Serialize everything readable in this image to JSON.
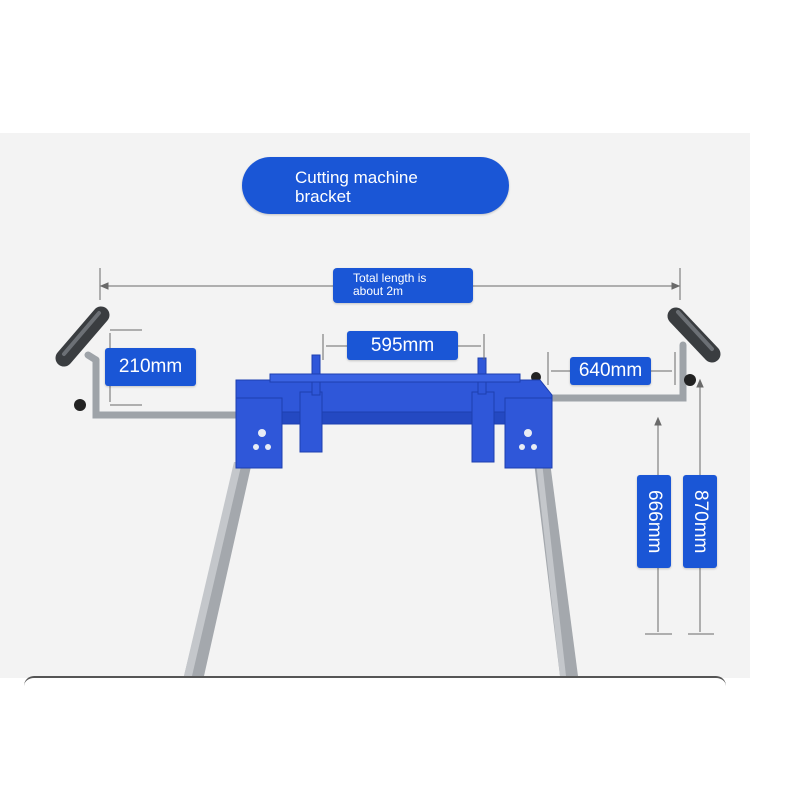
{
  "title": {
    "line1": "Cutting machine",
    "line2": "bracket"
  },
  "total_length": {
    "line1": "Total length is",
    "line2": "about 2m"
  },
  "dimensions": {
    "height_arm": "210mm",
    "inner_width": "595mm",
    "extension": "640mm",
    "table_height": "666mm",
    "total_height": "870mm"
  },
  "colors": {
    "label_blue": "#1a56d6",
    "frame_blue": "#2f57d9",
    "steel_gray": "#9ea3a8",
    "roller_dark": "#3a3d40"
  }
}
